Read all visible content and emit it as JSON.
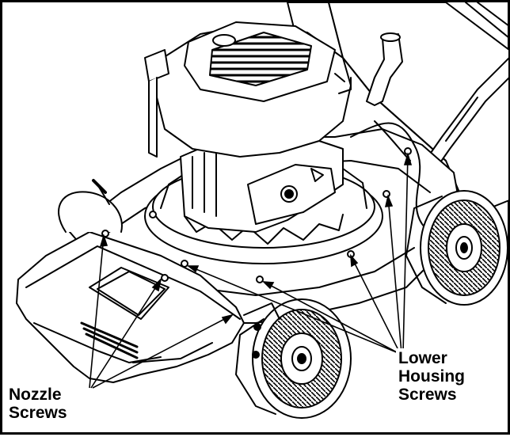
{
  "callouts": {
    "nozzle": {
      "line1": "Nozzle",
      "line2": "Screws"
    },
    "housing": {
      "line1": "Lower",
      "line2": "Housing",
      "line3": "Screws"
    }
  },
  "colors": {
    "ink": "#000000",
    "paper": "#ffffff",
    "shade": "#d8d8d8"
  }
}
